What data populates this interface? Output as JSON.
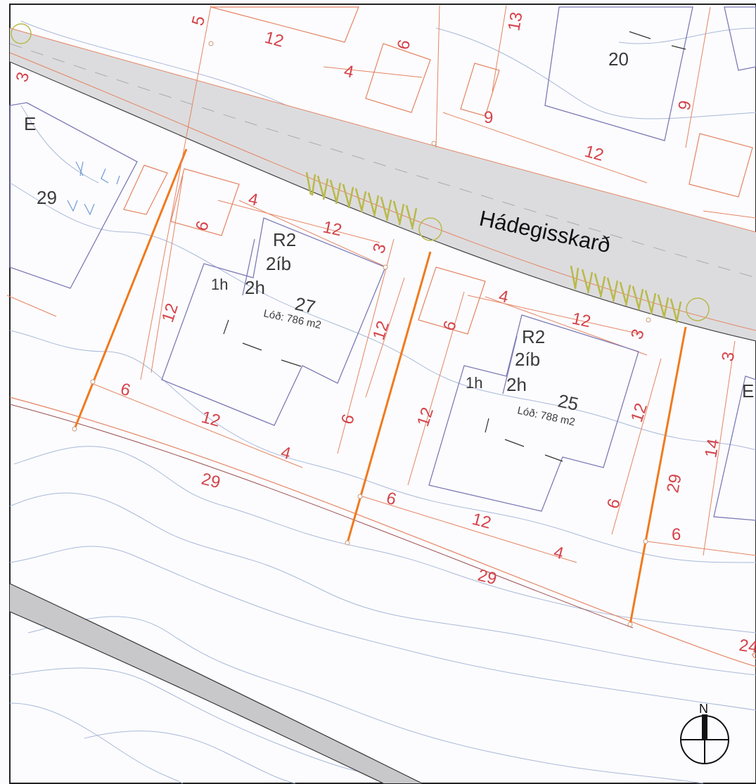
{
  "street_name": "Hádegisskarð",
  "north_label": "N",
  "colors": {
    "road": "#dcdcde",
    "plot_line": "#e58463",
    "lot_boundary": "#f07a1e",
    "building": "#7c7ab5",
    "contour": "#a9b8d8",
    "dimension_text": "#d4434a",
    "parking_hatch": "#b9b94a"
  },
  "lots": [
    {
      "number": "27",
      "zone": "R2",
      "units": "2íb",
      "floors_low": "1h",
      "floors_high": "2h",
      "area": "Lóð: 786 m2"
    },
    {
      "number": "25",
      "zone": "R2",
      "units": "2íb",
      "floors_low": "1h",
      "floors_high": "2h",
      "area": "Lóð: 788 m2"
    }
  ],
  "other_lots": {
    "north_lot": "20",
    "west_lot": "29",
    "west_marker": "E",
    "east_marker": "E"
  },
  "dimensions": {
    "d1": "5",
    "d2": "12",
    "d3": "4",
    "d4": "6",
    "d5": "13",
    "d6": "9",
    "d7": "12",
    "d8": "9",
    "d9": "3",
    "d10": "4",
    "d11": "12",
    "d12": "3",
    "d13": "6",
    "d14": "12",
    "d15": "12",
    "d16": "6",
    "d17": "6",
    "d18": "12",
    "d19": "4",
    "d20": "29",
    "d21": "4",
    "d22": "12",
    "d23": "3",
    "d24": "6",
    "d25": "12",
    "d26": "12",
    "d27": "6",
    "d28": "6",
    "d29": "12",
    "d30": "4",
    "d31": "29",
    "d32": "3",
    "d33": "14",
    "d34": "29",
    "d35": "6",
    "d36": "24"
  }
}
